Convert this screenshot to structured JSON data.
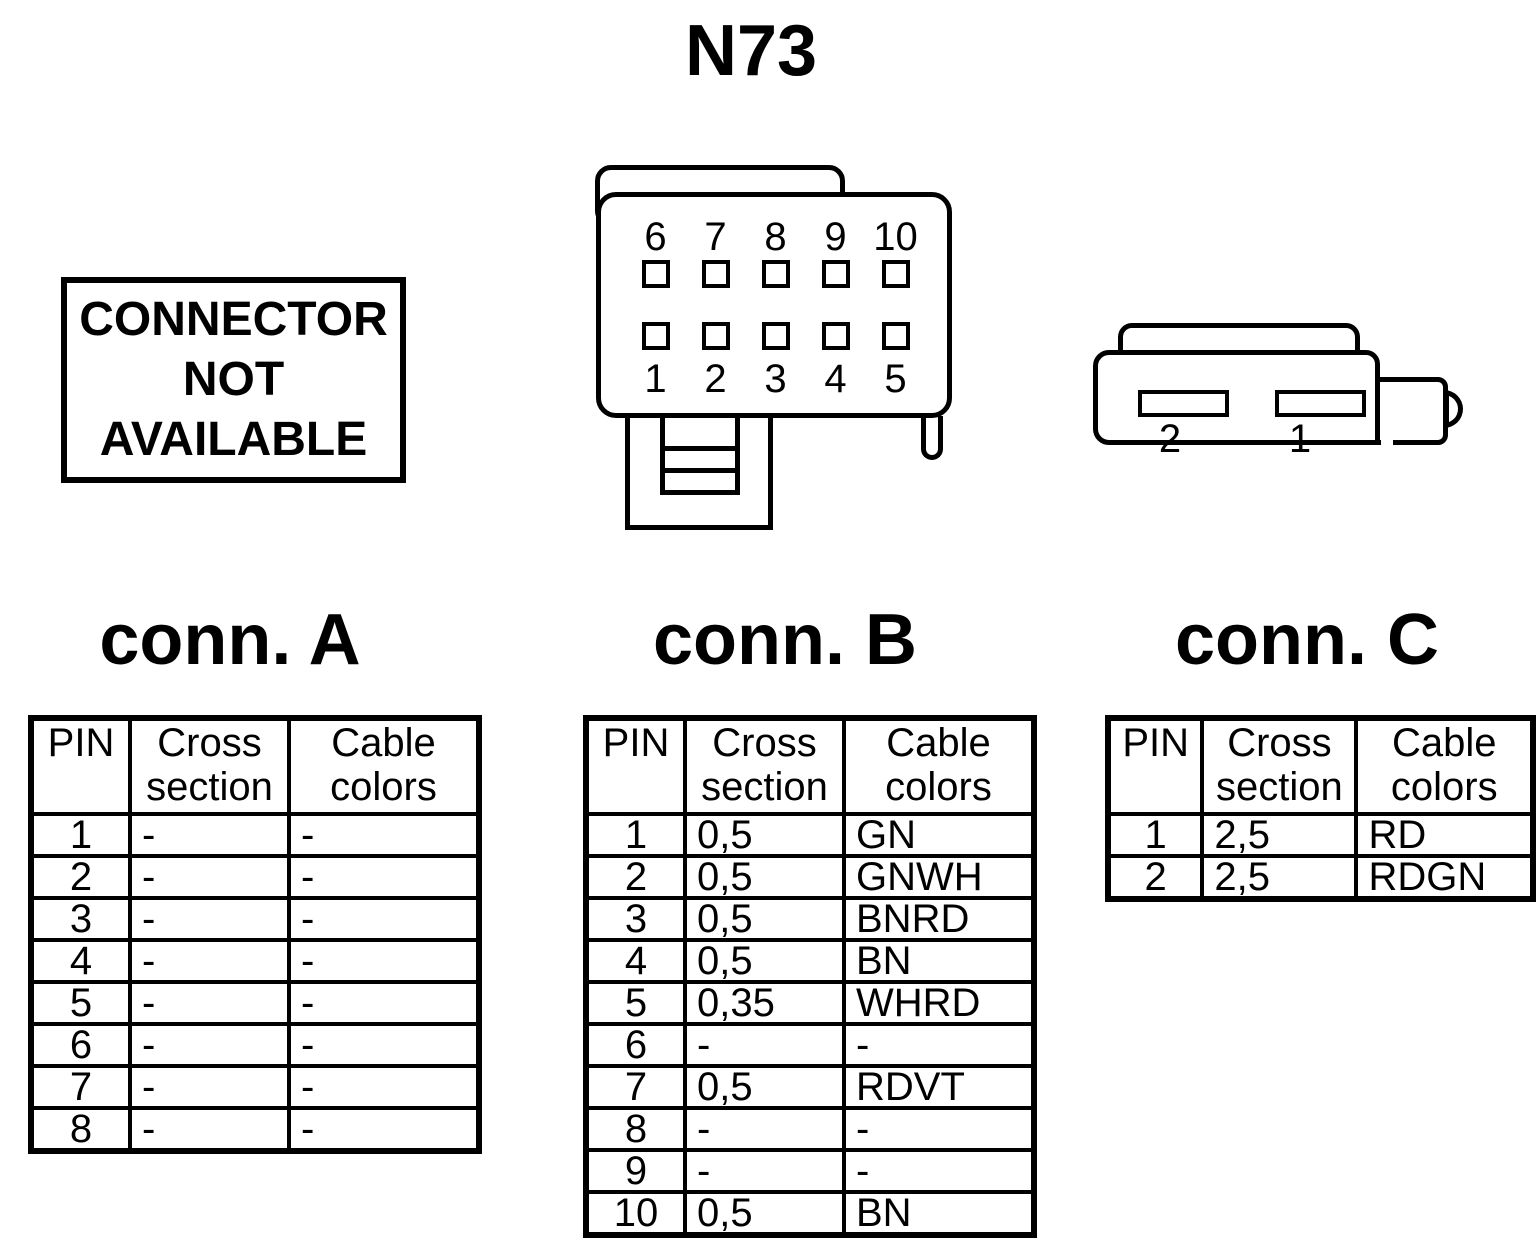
{
  "title": "N73",
  "colors": {
    "ink": "#000000",
    "background": "#ffffff"
  },
  "not_available": {
    "lines": [
      "CONNECTOR",
      "NOT",
      "AVAILABLE"
    ]
  },
  "connector_b_drawing": {
    "top_pin_labels": [
      "6",
      "7",
      "8",
      "9",
      "10"
    ],
    "bottom_pin_labels": [
      "1",
      "2",
      "3",
      "4",
      "5"
    ]
  },
  "connector_c_drawing": {
    "slot_labels": [
      "2",
      "1"
    ]
  },
  "tables": [
    {
      "id": "A",
      "title": "conn. A",
      "headers": [
        "PIN",
        "Cross section",
        "Cable colors"
      ],
      "rows": [
        [
          "1",
          "-",
          "-"
        ],
        [
          "2",
          "-",
          "-"
        ],
        [
          "3",
          "-",
          "-"
        ],
        [
          "4",
          "-",
          "-"
        ],
        [
          "5",
          "-",
          "-"
        ],
        [
          "6",
          "-",
          "-"
        ],
        [
          "7",
          "-",
          "-"
        ],
        [
          "8",
          "-",
          "-"
        ]
      ]
    },
    {
      "id": "B",
      "title": "conn. B",
      "headers": [
        "PIN",
        "Cross section",
        "Cable colors"
      ],
      "rows": [
        [
          "1",
          "0,5",
          "GN"
        ],
        [
          "2",
          "0,5",
          "GNWH"
        ],
        [
          "3",
          "0,5",
          "BNRD"
        ],
        [
          "4",
          "0,5",
          "BN"
        ],
        [
          "5",
          "0,35",
          "WHRD"
        ],
        [
          "6",
          "-",
          "-"
        ],
        [
          "7",
          "0,5",
          "RDVT"
        ],
        [
          "8",
          "-",
          "-"
        ],
        [
          "9",
          "-",
          "-"
        ],
        [
          "10",
          "0,5",
          "BN"
        ]
      ]
    },
    {
      "id": "C",
      "title": "conn. C",
      "headers": [
        "PIN",
        "Cross section",
        "Cable colors"
      ],
      "rows": [
        [
          "1",
          "2,5",
          "RD"
        ],
        [
          "2",
          "2,5",
          "RDGN"
        ]
      ]
    }
  ]
}
